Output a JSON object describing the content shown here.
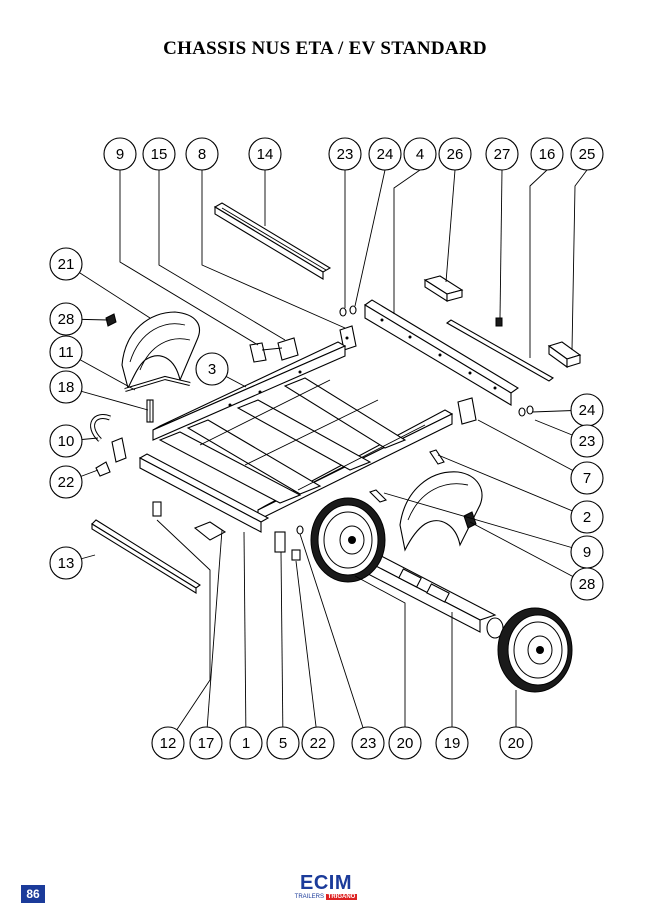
{
  "title": "CHASSIS NUS ETA / EV STANDARD",
  "callouts": [
    {
      "label": "9"
    },
    {
      "label": "15"
    },
    {
      "label": "8"
    },
    {
      "label": "14"
    },
    {
      "label": "23"
    },
    {
      "label": "24"
    },
    {
      "label": "4"
    },
    {
      "label": "26"
    },
    {
      "label": "27"
    },
    {
      "label": "16"
    },
    {
      "label": "25"
    },
    {
      "label": "21"
    },
    {
      "label": "28"
    },
    {
      "label": "11"
    },
    {
      "label": "3"
    },
    {
      "label": "18"
    },
    {
      "label": "10"
    },
    {
      "label": "22"
    },
    {
      "label": "13"
    },
    {
      "label": "24"
    },
    {
      "label": "23"
    },
    {
      "label": "7"
    },
    {
      "label": "2"
    },
    {
      "label": "9"
    },
    {
      "label": "28"
    },
    {
      "label": "12"
    },
    {
      "label": "17"
    },
    {
      "label": "1"
    },
    {
      "label": "5"
    },
    {
      "label": "22"
    },
    {
      "label": "23"
    },
    {
      "label": "20"
    },
    {
      "label": "19"
    },
    {
      "label": "20"
    }
  ],
  "page_number": "86",
  "logo": {
    "brand": "ECIM",
    "tagline": "TRAILERS",
    "badge": "TRIGANO"
  }
}
